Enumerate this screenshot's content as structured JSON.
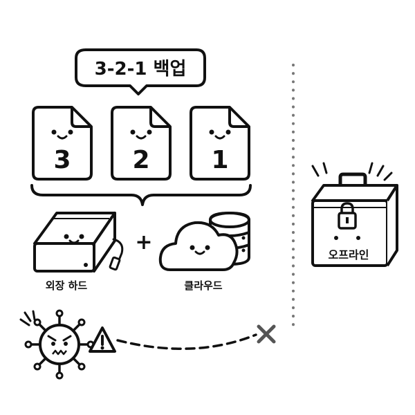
{
  "title": "3-2-1 백업",
  "copies": [
    {
      "number": "3",
      "icon": "happy-document-icon"
    },
    {
      "number": "2",
      "icon": "happy-document-icon"
    },
    {
      "number": "1",
      "icon": "happy-document-icon"
    }
  ],
  "media": {
    "external_drive": {
      "label": "외장 하드",
      "icon": "external-hard-drive-icon"
    },
    "plus": "+",
    "cloud": {
      "label": "클라우드",
      "icon": "cloud-database-icon"
    }
  },
  "offline": {
    "label": "오프라인",
    "icon": "locked-toolbox-icon"
  },
  "threat": {
    "icon": "angry-virus-icon",
    "warning_icon": "warning-triangle-icon",
    "blocked_icon": "x-mark-icon"
  },
  "colors": {
    "ink": "#111111",
    "dots": "#777777",
    "paper": "#ffffff"
  }
}
